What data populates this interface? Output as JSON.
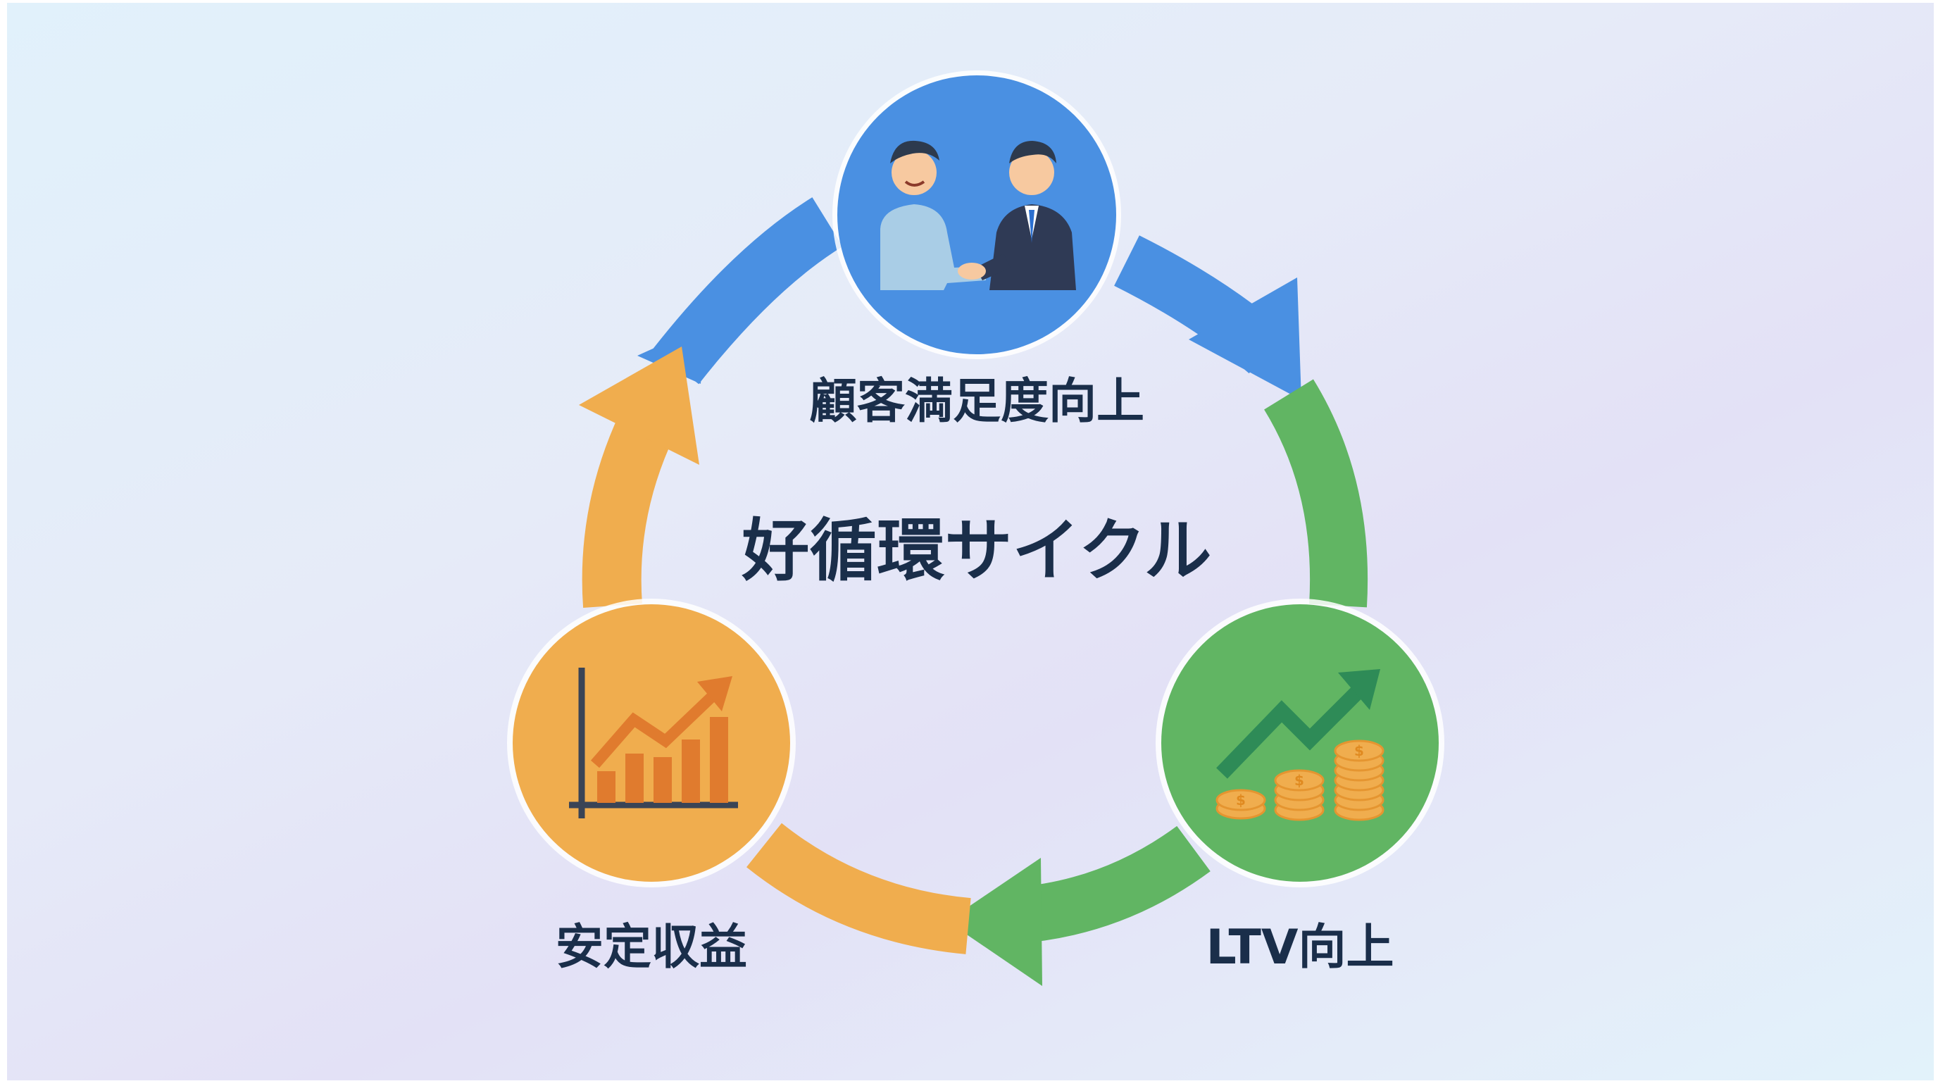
{
  "center_title": "好循環サイクル",
  "nodes": [
    {
      "id": "satisfaction",
      "label": "顧客満足度向上",
      "color": "#4a90e2",
      "icon": "handshake-icon"
    },
    {
      "id": "ltv",
      "label": "LTV向上",
      "color": "#61b563",
      "icon": "coins-growth-icon"
    },
    {
      "id": "revenue",
      "label": "安定収益",
      "color": "#f0ad4e",
      "icon": "bar-chart-growth-icon"
    }
  ],
  "arrows": [
    {
      "from": "satisfaction",
      "to": "ltv",
      "color": "#4a90e2"
    },
    {
      "from": "ltv",
      "to": "revenue",
      "color": "#61b563"
    },
    {
      "from": "revenue",
      "to": "satisfaction",
      "color": "#f0ad4e"
    }
  ],
  "colors": {
    "blue": "#4a90e2",
    "green": "#61b563",
    "orange": "#f0ad4e",
    "text": "#1a2e4a"
  }
}
